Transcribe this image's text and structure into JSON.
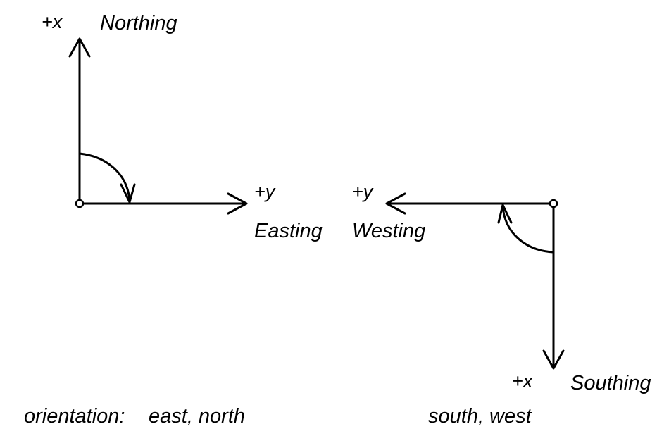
{
  "left_system": {
    "x_axis_sign": "+x",
    "x_axis_name": "Northing",
    "y_axis_sign": "+y",
    "y_axis_name": "Easting"
  },
  "right_system": {
    "x_axis_sign": "+x",
    "x_axis_name": "Southing",
    "y_axis_sign": "+y",
    "y_axis_name": "Westing"
  },
  "caption": {
    "label": "orientation:",
    "left_value": "east, north",
    "right_value": "south, west"
  },
  "colors": {
    "stroke": "#000000",
    "background": "#ffffff"
  }
}
